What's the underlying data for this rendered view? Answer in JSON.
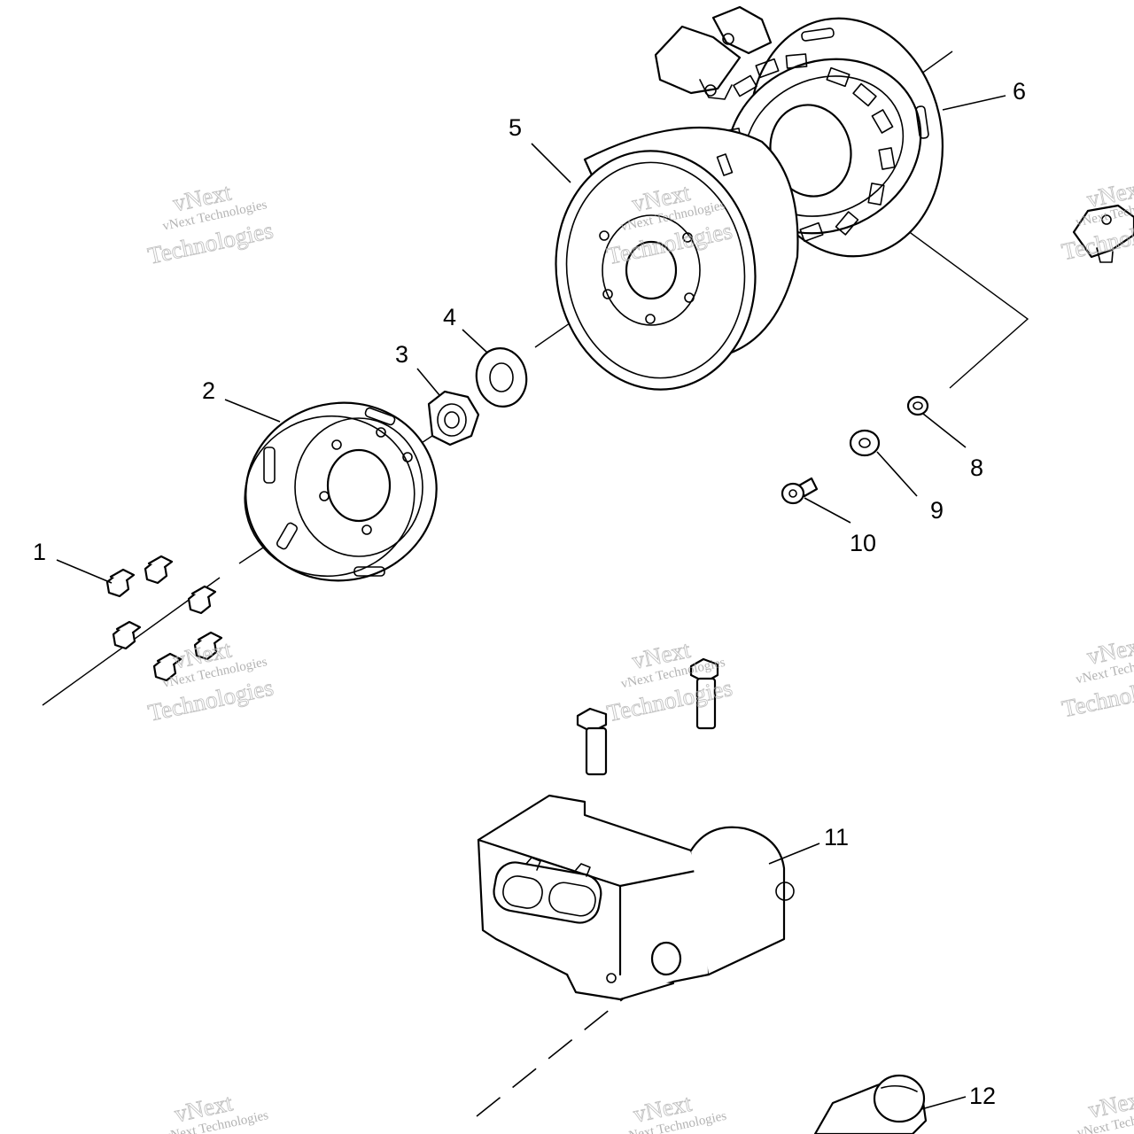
{
  "diagram": {
    "callouts": [
      "1",
      "2",
      "3",
      "4",
      "5",
      "6",
      "8",
      "9",
      "10",
      "11",
      "12"
    ],
    "watermark": {
      "top": "vNext",
      "middle": "vNext Technologies",
      "bottom": "Technologies"
    },
    "colors": {
      "line": "#000000",
      "background": "#ffffff",
      "watermark": "#9a9a9a"
    }
  }
}
